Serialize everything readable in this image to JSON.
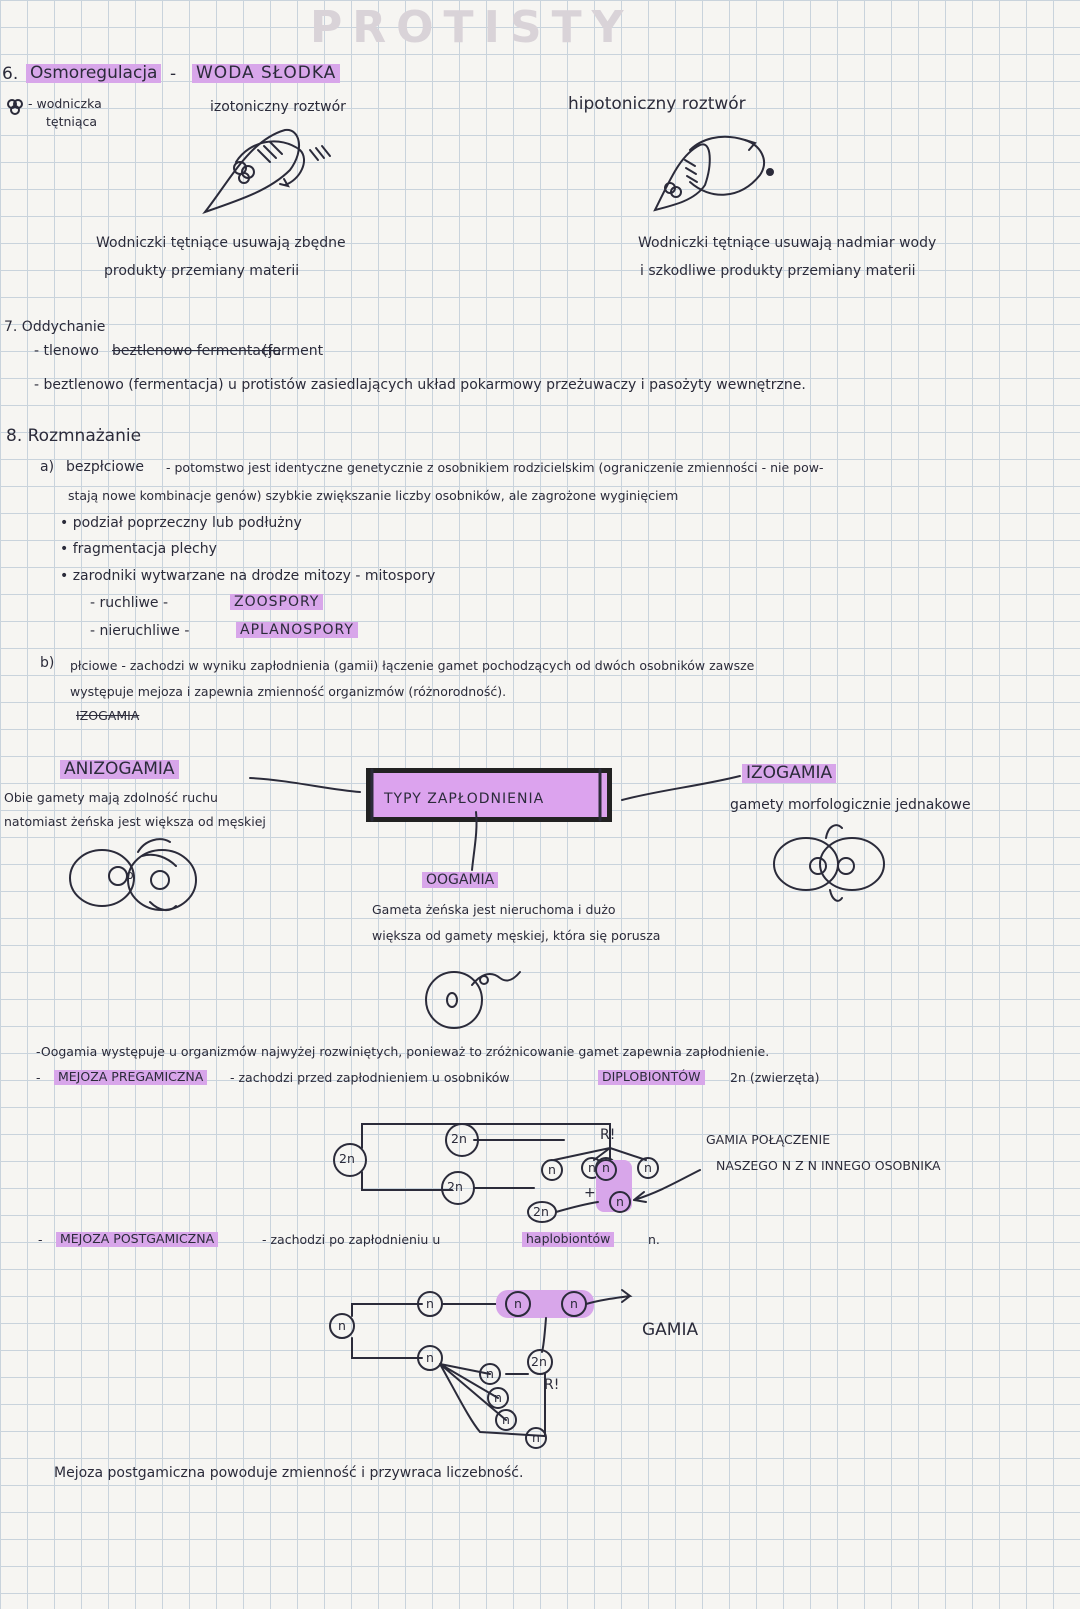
{
  "faded_title": "PROTISTY",
  "s6": {
    "number": "6.",
    "title": "Osmoregulacja",
    "dash": "-",
    "topic": "WODA SŁODKA",
    "side_note_1": "- wodniczka",
    "side_note_2": "tętniąca",
    "isotonic": "izotoniczny roztwór",
    "hypotonic": "hipotoniczny roztwór",
    "caption_left_1": "Wodniczki tętniące usuwają zbędne",
    "caption_left_2": "produkty przemiany materii",
    "caption_right_1": "Wodniczki tętniące usuwają nadmiar wody",
    "caption_right_2": "i szkodliwe produkty przemiany materii"
  },
  "s7": {
    "heading": "7. Oddychanie",
    "line1_prefix": "- tlenowo",
    "line1_struck": "beztlenowo fermentacja",
    "line1_suffix": "(ferment",
    "line2": "- beztlenowo (fermentacja) u protistów zasiedlających układ pokarmowy przeżuwaczy i pasożyty wewnętrzne."
  },
  "s8": {
    "heading": "8. Rozmnażanie",
    "a_label": "a)",
    "a_title": "bezpłciowe",
    "a_text_1": "- potomstwo jest identyczne genetycznie z osobnikiem rodzicielskim (ograniczenie zmienności - nie pow-",
    "a_text_2": "stają nowe kombinacje genów) szybkie zwiększanie liczby osobników, ale zagrożone wyginięciem",
    "bullet_1": "• podział poprzeczny lub podłużny",
    "bullet_2": "• fragmentacja plechy",
    "bullet_3": "• zarodniki wytwarzane na drodze mitozy - mitospory",
    "sub_1_prefix": "- ruchliwe  -",
    "sub_1_term": "ZOOSPORY",
    "sub_2_prefix": "- nieruchliwe -",
    "sub_2_term": "APLANOSPORY",
    "b_label": "b)",
    "b_text_1": "płciowe - zachodzi w wyniku zapłodnienia (gamii) łączenie gamet pochodzących od dwóch osobników zawsze",
    "b_text_2": "występuje mejoza i zapewnia zmienność organizmów (różnorodność).",
    "b_struck": "IZOGAMIA"
  },
  "types": {
    "center_box": "TYPY ZAPŁODNIENIA",
    "aniso_title": "ANIZOGAMIA",
    "aniso_desc_1": "Obie gamety mają zdolność ruchu",
    "aniso_desc_2": "natomiast żeńska jest większa od męskiej",
    "iso_title": "IZOGAMIA",
    "iso_desc": "gamety morfologicznie jednakowe",
    "oo_title": "OOGAMIA",
    "oo_desc_1": "Gameta żeńska jest nieruchoma i dużo",
    "oo_desc_2": "większa od gamety męskiej, która się porusza",
    "cell_o": "o"
  },
  "meiosis": {
    "oogamy_note": "-Oogamia występuje u organizmów najwyżej rozwiniętych, ponieważ to zróżnicowanie gamet zapewnia zapłodnienie.",
    "pre_prefix": "-",
    "pre_title": "MEJOZA PREGAMICZNA",
    "pre_text": "- zachodzi przed zapłodnieniem u osobników",
    "pre_term": "DIPLOBIONTÓW",
    "pre_suffix": "2n (zwierzęta)",
    "gamia_note_1": "GAMIA POŁĄCZENIE",
    "gamia_note_2": "NASZEGO N Z N INNEGO OSOBNIKA",
    "ri": "R!",
    "plus": "+",
    "post_prefix": "-",
    "post_title": "MEJOZA POSTGAMICZNA",
    "post_text": "- zachodzi po zapłodnieniu u",
    "post_term": "haplobiontów",
    "post_suffix": "n.",
    "gamia_label": "GAMIA",
    "conclusion": "Mejoza postgamiczna powoduje zmienność i przywraca liczebność.",
    "label_2n": "2n",
    "label_n": "n"
  },
  "colors": {
    "highlight": "#d8a6ea",
    "ink": "#2b2b3a",
    "grid": "#c9d3dc"
  }
}
